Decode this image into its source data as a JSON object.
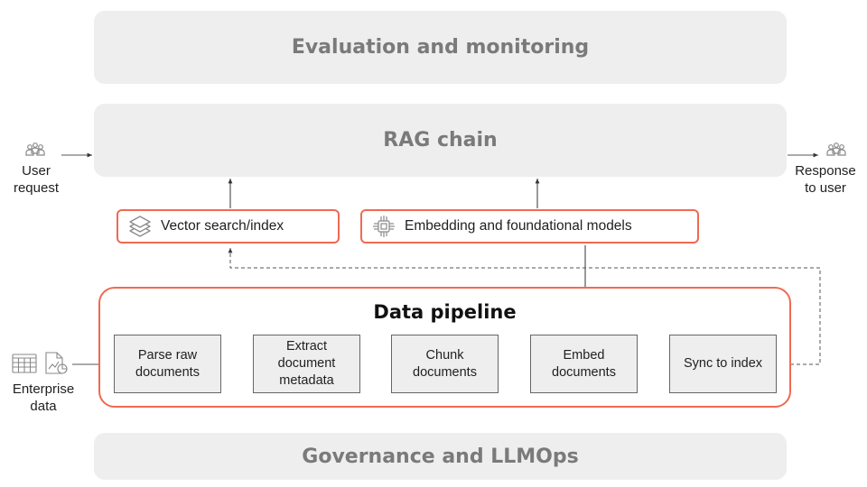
{
  "bands": {
    "evaluation": "Evaluation and monitoring",
    "rag_chain": "RAG chain",
    "governance": "Governance and LLMOps"
  },
  "models": {
    "vector_search": "Vector search/index",
    "embedding": "Embedding and foundational models"
  },
  "pipeline": {
    "title": "Data pipeline",
    "steps": [
      "Parse raw\ndocuments",
      "Extract\ndocument\nmetadata",
      "Chunk\ndocuments",
      "Embed\ndocuments",
      "Sync to index"
    ]
  },
  "io": {
    "user_request": "User\nrequest",
    "response": "Response\nto user",
    "enterprise_data": "Enterprise\ndata"
  },
  "icons": {
    "user_request": "users-icon",
    "response": "users-icon",
    "vector_search": "stack-layers-icon",
    "embedding": "chip-icon",
    "enterprise_table": "table-icon",
    "enterprise_doc": "document-chart-icon"
  },
  "colors": {
    "accent": "#ef6a52",
    "band_fill": "#eeeeee",
    "band_text": "#7a7a7a"
  }
}
